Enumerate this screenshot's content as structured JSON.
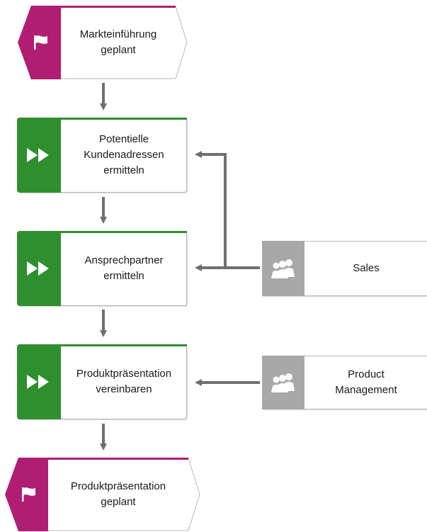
{
  "colors": {
    "event": "#b01e73",
    "function": "#2f8f2f",
    "role": "#a8a8a8",
    "connector": "#6f6f6f"
  },
  "events": [
    {
      "label": "Markteinführung\ngeplant",
      "icon": "flag-icon"
    },
    {
      "label": "Produktpräsentation\ngeplant",
      "icon": "flag-icon"
    }
  ],
  "functions": [
    {
      "label": "Potentielle\nKundenadressen\nermitteln",
      "icon": "fast-forward-icon"
    },
    {
      "label": "Ansprechpartner\nermitteln",
      "icon": "fast-forward-icon"
    },
    {
      "label": "Produktpräsentation\nvereinbaren",
      "icon": "fast-forward-icon"
    }
  ],
  "roles": [
    {
      "label": "Sales",
      "icon": "group-icon"
    },
    {
      "label": "Product\nManagement",
      "icon": "group-icon"
    }
  ]
}
